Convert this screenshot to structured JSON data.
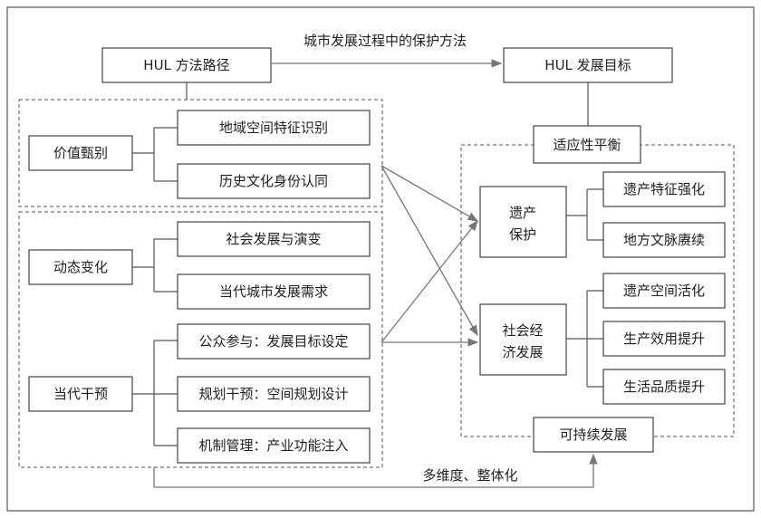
{
  "diagram": {
    "hul_method": "HUL 方法路径",
    "arrow_label": "城市发展过程中的保护方法",
    "hul_goal": "HUL 发展目标",
    "value_identification": {
      "label": "价值甄别",
      "items": [
        "地域空间特征识别",
        "历史文化身份认同"
      ]
    },
    "dynamic_change": {
      "label": "动态变化",
      "items": [
        "社会发展与演变",
        "当代城市发展需求"
      ]
    },
    "intervention": {
      "label": "当代干预",
      "items": [
        "公众参与：发展目标设定",
        "规划干预：空间规划设计",
        "机制管理：产业功能注入"
      ]
    },
    "adaptive_balance": "适应性平衡",
    "heritage_protection": {
      "label_line1": "遗产",
      "label_line2": "保护",
      "items": [
        "遗产特征强化",
        "地方文脉赓续"
      ]
    },
    "socioeconomic": {
      "label_line1": "社会经",
      "label_line2": "济发展",
      "items": [
        "遗产空间活化",
        "生产效用提升",
        "生活品质提升"
      ]
    },
    "sustainable": "可持续发展",
    "bottom_label": "多维度、整体化",
    "colors": {
      "line": "#555555",
      "arrow": "#777777",
      "box_border": "#444444",
      "text": "#222222"
    }
  }
}
